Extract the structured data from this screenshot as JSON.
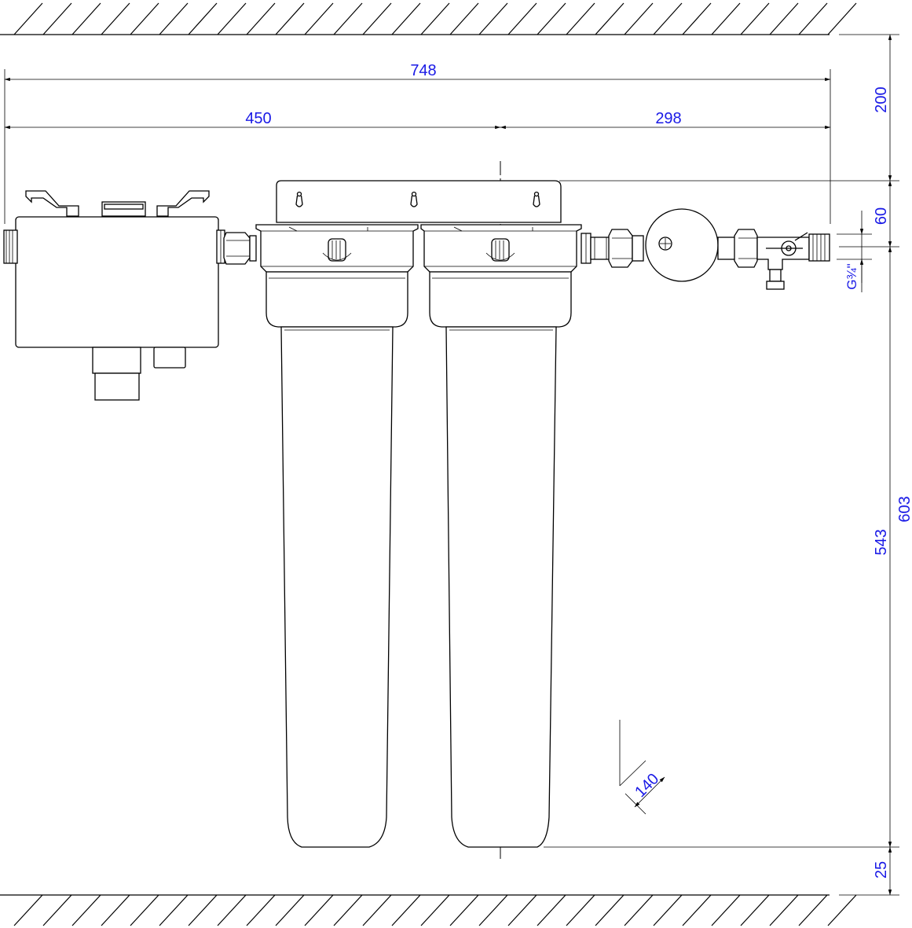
{
  "dimensions": {
    "overall_width": "748",
    "left_width": "450",
    "right_width": "298",
    "top_clearance": "200",
    "bracket_height": "60",
    "connection": "G¾\"",
    "filter_height": "543",
    "total_height": "603",
    "bottom_clearance": "25",
    "diameter": "140"
  }
}
